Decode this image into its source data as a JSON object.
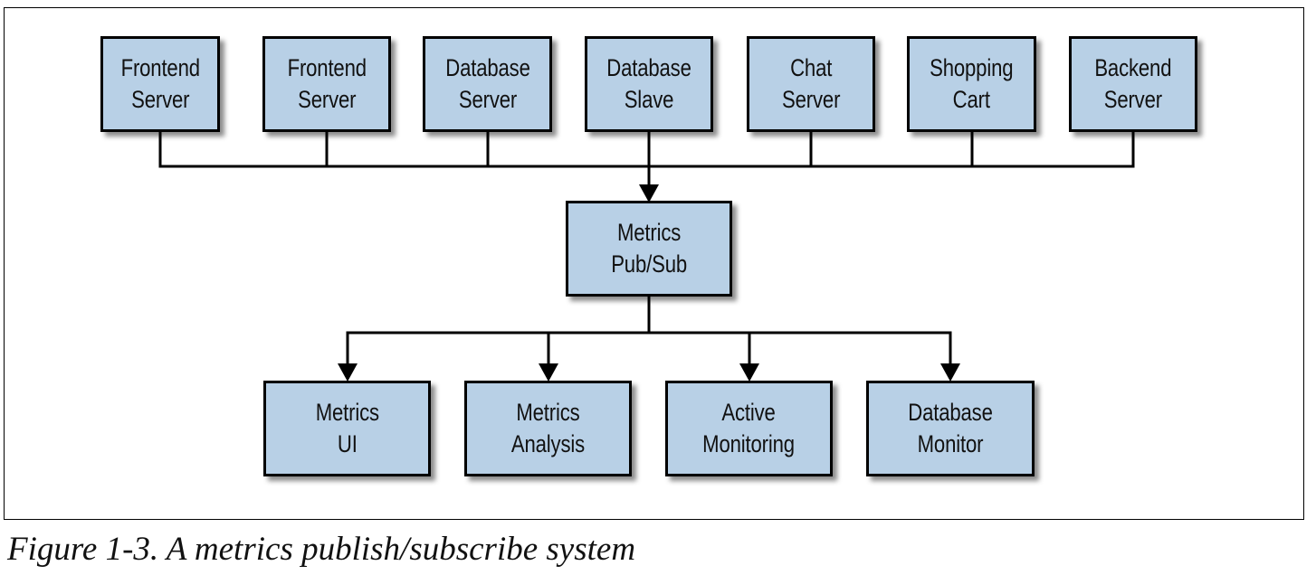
{
  "colors": {
    "box_fill": "#b8d0e6",
    "box_border": "#000000",
    "connector": "#000000"
  },
  "sources": [
    {
      "label": "Frontend\nServer"
    },
    {
      "label": "Frontend\nServer"
    },
    {
      "label": "Database\nServer"
    },
    {
      "label": "Database\nSlave"
    },
    {
      "label": "Chat\nServer"
    },
    {
      "label": "Shopping\nCart"
    },
    {
      "label": "Backend\nServer"
    }
  ],
  "hub": {
    "label": "Metrics\nPub/Sub"
  },
  "consumers": [
    {
      "label": "Metrics\nUI"
    },
    {
      "label": "Metrics\nAnalysis"
    },
    {
      "label": "Active\nMonitoring"
    },
    {
      "label": "Database\nMonitor"
    }
  ],
  "caption": "Figure 1-3. A metrics publish/subscribe system"
}
